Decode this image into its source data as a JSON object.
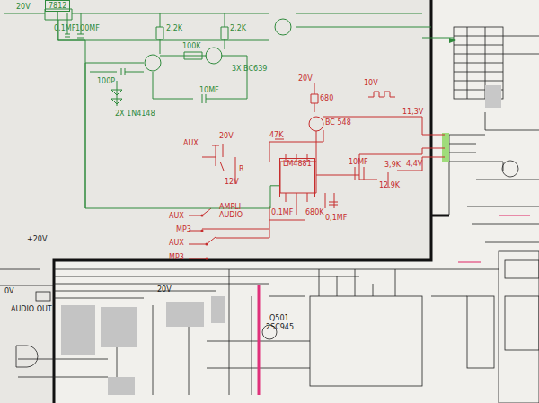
{
  "diagram": {
    "nodes": [
      {
        "text": [
          "7812"
        ]
      },
      {
        "text": [
          "LM4881"
        ]
      }
    ],
    "edges": [
      {
        "from": 0,
        "to": 1,
        "arrow": "none"
      }
    ],
    "labels": [
      "20V",
      "0,1MF",
      "100MF",
      "100P",
      "2,2K",
      "2,2K",
      "100K",
      "2X 1N4148",
      "10MF",
      "3X BC639",
      "20V",
      "680",
      "10V",
      "BC 548",
      "47K",
      "11,3V",
      "AUX",
      "20V",
      "R",
      "12V",
      "AUX",
      "AMPLI AUDIO",
      "MP3",
      "AUX",
      "MP3",
      "0,1MF",
      "680K",
      "0,1MF",
      "10MF",
      "3,9K",
      "12,9K",
      "4,4V",
      "+20V",
      "0V",
      "20V",
      "AUDIO OUT",
      "Q501",
      "2SC945"
    ]
  }
}
